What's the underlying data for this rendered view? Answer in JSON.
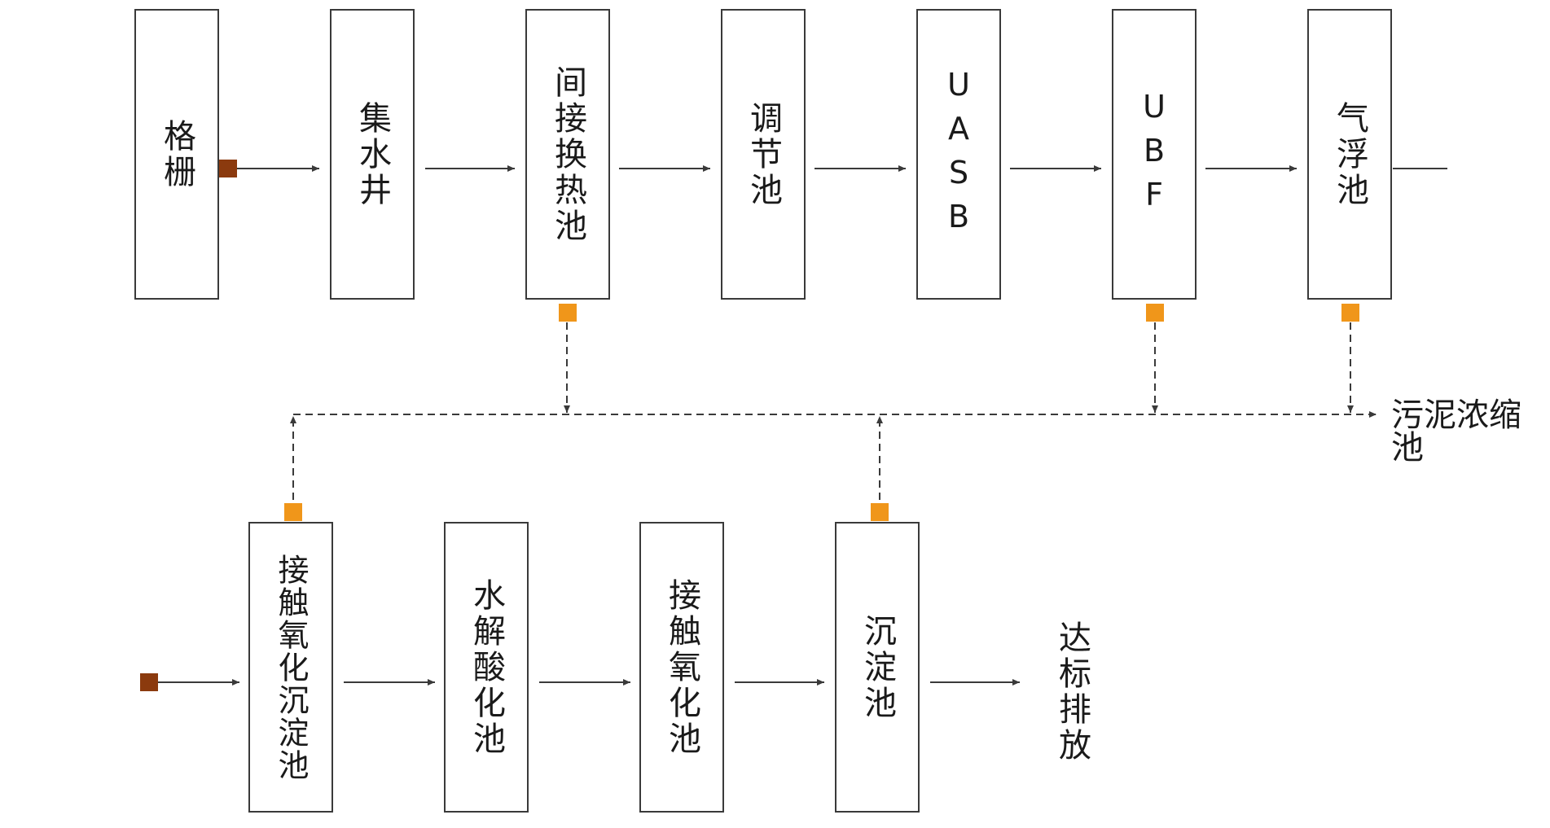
{
  "colors": {
    "line": "#3a3a3a",
    "inlet_marker": "#8b3a0e",
    "sludge_marker": "#f0961a"
  },
  "top_row": [
    {
      "label": "格栅"
    },
    {
      "label": "集水井"
    },
    {
      "label": "间接换热池"
    },
    {
      "label": "调节池"
    },
    {
      "label": "UASB"
    },
    {
      "label": "UBF"
    },
    {
      "label": "气浮池"
    }
  ],
  "bottom_row": [
    {
      "label": "接触氧化沉淀池"
    },
    {
      "label": "水解酸化池"
    },
    {
      "label": "接触氧化池"
    },
    {
      "label": "沉淀池"
    }
  ],
  "sludge_destination": "污泥浓缩池",
  "discharge": "达标排放"
}
